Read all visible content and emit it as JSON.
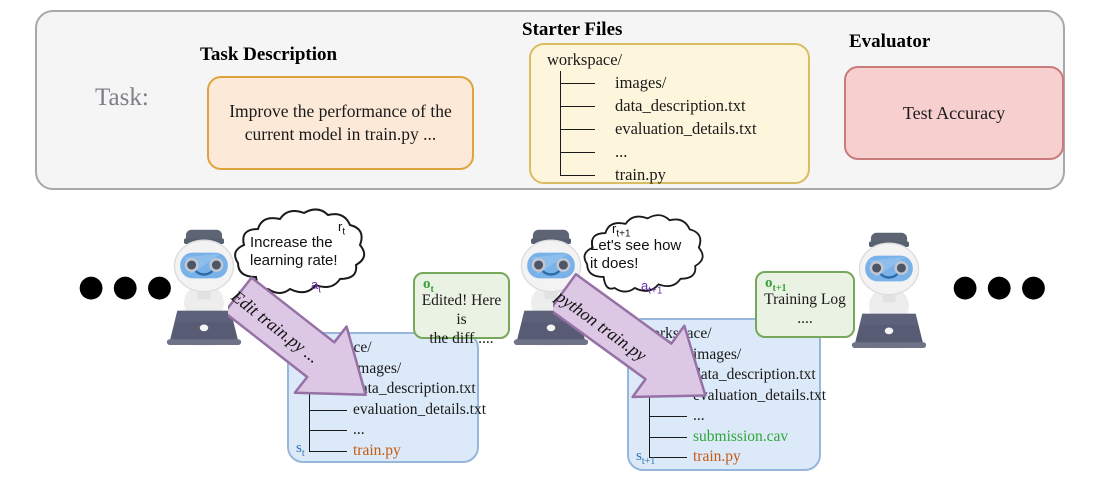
{
  "panel": {
    "task_label": "Task:",
    "sections": {
      "task_description": {
        "heading": "Task Description",
        "body": "Improve the performance of the current model in train.py ..."
      },
      "starter_files": {
        "heading": "Starter Files",
        "tree": {
          "root": "workspace/",
          "items": [
            {
              "name": "images/",
              "color": "#1a1a1a"
            },
            {
              "name": "data_description.txt",
              "color": "#1a1a1a"
            },
            {
              "name": "evaluation_details.txt",
              "color": "#1a1a1a"
            },
            {
              "name": "...",
              "color": "#1a1a1a"
            },
            {
              "name": "train.py",
              "color": "#1a1a1a"
            }
          ]
        }
      },
      "evaluator": {
        "heading": "Evaluator",
        "body": "Test Accuracy"
      }
    }
  },
  "timeline": {
    "ellipsis_left": "●●●",
    "ellipsis_right": "●●●",
    "steps": [
      {
        "reward": {
          "base": "r",
          "sub": "t",
          "lines": [
            "Increase the",
            "learning rate!"
          ]
        },
        "action": {
          "base": "a",
          "sub": "t",
          "text": "Edit train.py ..."
        },
        "observation": {
          "base": "o",
          "sub": "t",
          "lines": [
            "Edited! Here is",
            "the diff ...."
          ]
        },
        "state": {
          "base": "s",
          "sub": "t",
          "tree": {
            "root": "workspace/",
            "items": [
              {
                "name": "images/",
                "color": "#1a1a1a"
              },
              {
                "name": "data_description.txt",
                "color": "#1a1a1a"
              },
              {
                "name": "evaluation_details.txt",
                "color": "#1a1a1a"
              },
              {
                "name": "...",
                "color": "#1a1a1a"
              },
              {
                "name": "train.py",
                "color": "#c55a11"
              }
            ]
          }
        }
      },
      {
        "reward": {
          "base": "r",
          "sub": "t+1",
          "lines": [
            "Let's see how",
            "it does!"
          ]
        },
        "action": {
          "base": "a",
          "sub": "t+1",
          "text": "python train.py"
        },
        "observation": {
          "base": "o",
          "sub": "t+1",
          "lines": [
            "Training Log",
            "...."
          ]
        },
        "state": {
          "base": "s",
          "sub": "t+1",
          "tree": {
            "root": "workspace/",
            "items": [
              {
                "name": "images/",
                "color": "#1a1a1a"
              },
              {
                "name": "data_description.txt",
                "color": "#1a1a1a"
              },
              {
                "name": "evaluation_details.txt",
                "color": "#1a1a1a"
              },
              {
                "name": "...",
                "color": "#1a1a1a"
              },
              {
                "name": "submission.cav",
                "color": "#2fa63a"
              },
              {
                "name": "train.py",
                "color": "#c55a11"
              }
            ]
          }
        }
      }
    ]
  },
  "colors": {
    "panel_bg": "#f5f5f6",
    "panel_border": "#a8a8a8",
    "task_desc_bg": "#fce9d8",
    "task_desc_border": "#dfa33e",
    "starter_bg": "#fef6dc",
    "starter_border": "#d8bd62",
    "evaluator_bg": "#f6cfce",
    "evaluator_border": "#c87b7a",
    "observation_bg": "#eaf2e3",
    "observation_border": "#76a85b",
    "state_bg": "#dce9f8",
    "state_border": "#96b6de",
    "arrow_fill": "#dcc7e4",
    "arrow_border": "#9671a5",
    "label_reward": "#111111",
    "label_action": "#6b2fa8",
    "label_observation": "#3a9e3a",
    "label_state": "#2e75b6",
    "file_train": "#c55a11",
    "file_submission": "#2fa63a"
  }
}
